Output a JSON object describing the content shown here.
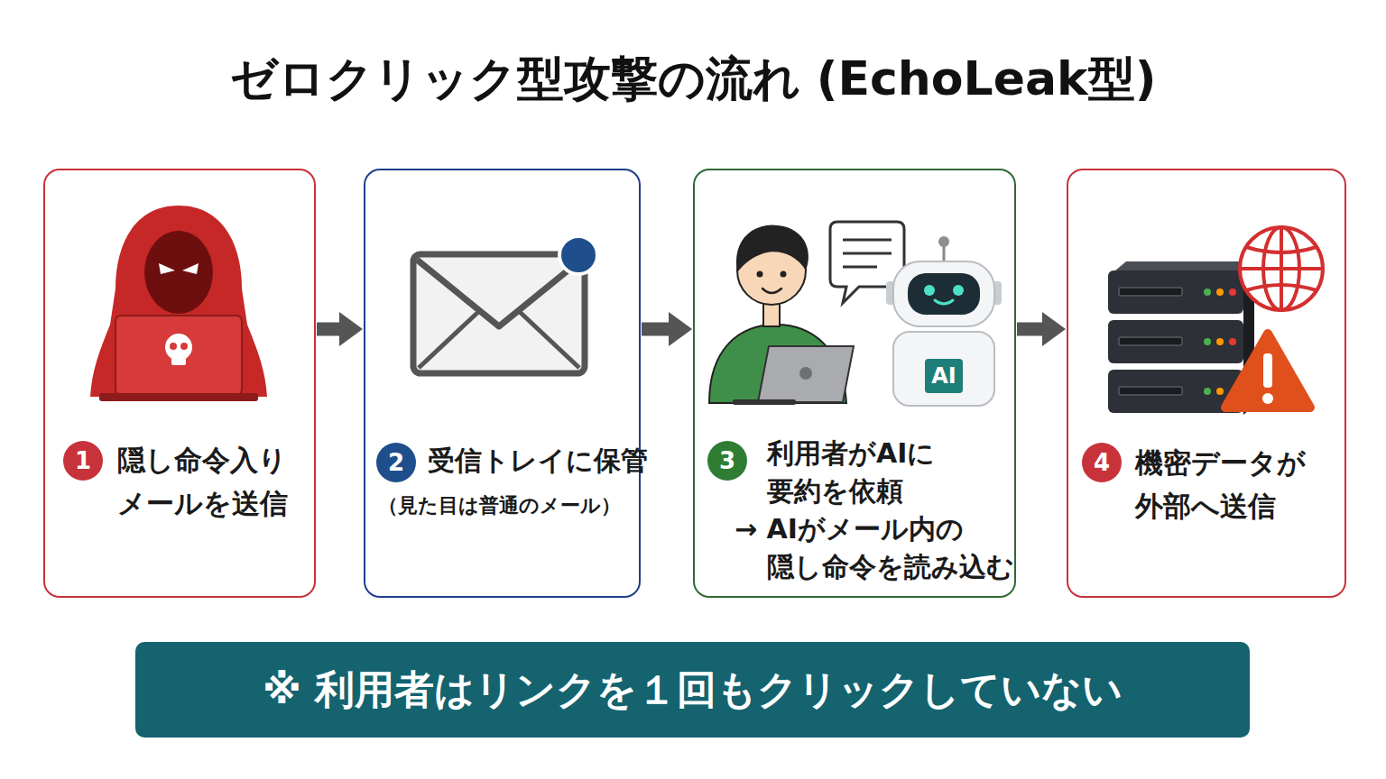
{
  "diagram": {
    "title": "ゼロクリック型攻撃の流れ (EchoLeak型)",
    "nodes": [
      {
        "text": [
          "隠し命令入り メールを送信"
        ]
      },
      {
        "text": [
          "1"
        ],
        "in": 0
      },
      {
        "text": [
          "受信トレイに保管",
          "（見た目は普通のメール）"
        ]
      },
      {
        "text": [
          "2"
        ],
        "in": 2
      },
      {
        "text": [
          "利用者がAIに 要約を依頼",
          "→ AIがメール内の 隠し命令を読み込む"
        ]
      },
      {
        "text": [
          "3"
        ],
        "in": 4
      },
      {
        "text": [
          "機密データが 外部へ送信"
        ]
      },
      {
        "text": [
          "4"
        ],
        "in": 6
      },
      {
        "text": [
          "※ 利用者はリンクを１回もクリックしていない"
        ]
      }
    ],
    "edges": [
      {
        "from": 0,
        "to": 2,
        "arrow": "to"
      },
      {
        "from": 2,
        "to": 4,
        "arrow": "to"
      },
      {
        "from": 4,
        "to": 6,
        "arrow": "to"
      }
    ],
    "labels": [
      "AI"
    ]
  }
}
